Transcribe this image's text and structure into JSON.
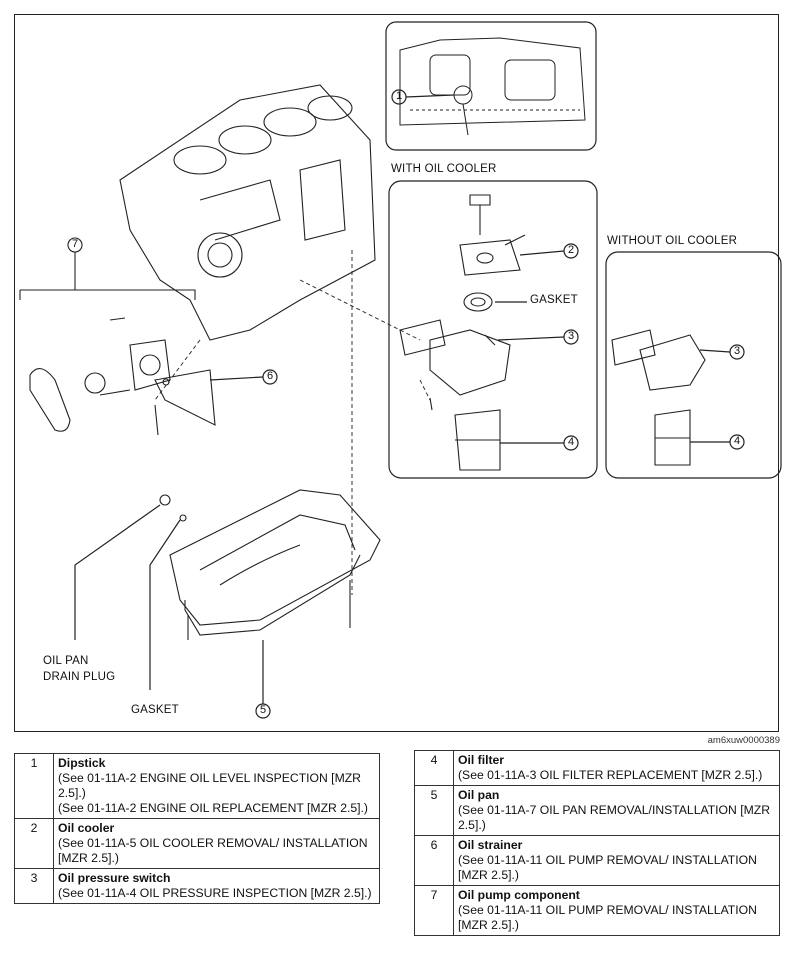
{
  "labels": {
    "with_oil_cooler": "WITH OIL COOLER",
    "without_oil_cooler": "WITHOUT OIL COOLER",
    "gasket_cooler": "GASKET",
    "gasket_plug": "GASKET",
    "drain_plug_line1": "OIL PAN",
    "drain_plug_line2": "DRAIN PLUG"
  },
  "callouts": {
    "c1": "1",
    "c2": "2",
    "c3a": "3",
    "c3b": "3",
    "c4a": "4",
    "c4b": "4",
    "c5": "5",
    "c6": "6",
    "c7": "7"
  },
  "figure_ref": "am6xuw0000389",
  "parts_left": [
    {
      "no": "1",
      "name": "Dipstick",
      "refs": [
        "(See 01-11A-2 ENGINE OIL LEVEL INSPECTION [MZR 2.5].)",
        "(See 01-11A-2 ENGINE OIL REPLACEMENT [MZR 2.5].)"
      ]
    },
    {
      "no": "2",
      "name": "Oil cooler",
      "refs": [
        "(See 01-11A-5 OIL COOLER REMOVAL/ INSTALLATION [MZR 2.5].)"
      ]
    },
    {
      "no": "3",
      "name": "Oil pressure switch",
      "refs": [
        "(See 01-11A-4 OIL PRESSURE INSPECTION [MZR 2.5].)"
      ]
    }
  ],
  "parts_right": [
    {
      "no": "4",
      "name": "Oil filter",
      "refs": [
        "(See 01-11A-3 OIL FILTER REPLACEMENT [MZR 2.5].)"
      ]
    },
    {
      "no": "5",
      "name": "Oil pan",
      "refs": [
        "(See 01-11A-7 OIL PAN REMOVAL/INSTALLATION [MZR 2.5].)"
      ]
    },
    {
      "no": "6",
      "name": "Oil strainer",
      "refs": [
        "(See 01-11A-11 OIL PUMP REMOVAL/ INSTALLATION [MZR 2.5].)"
      ]
    },
    {
      "no": "7",
      "name": "Oil pump component",
      "refs": [
        "(See 01-11A-11 OIL PUMP REMOVAL/ INSTALLATION [MZR 2.5].)"
      ]
    }
  ]
}
